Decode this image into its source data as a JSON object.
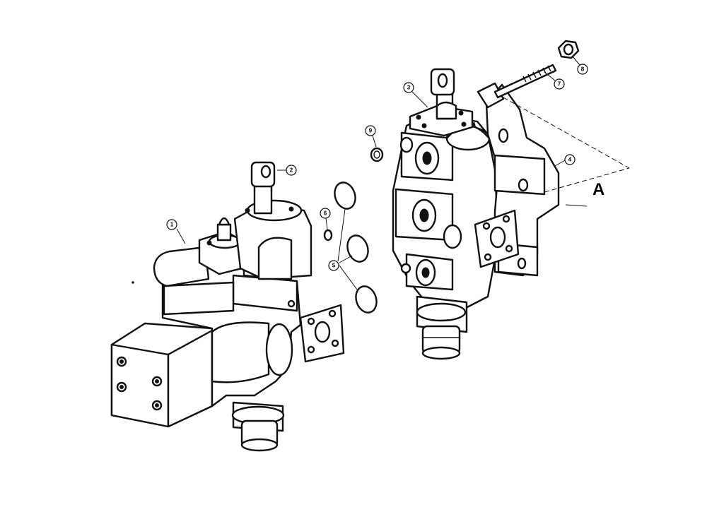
{
  "diagram": {
    "callouts": [
      {
        "id": "c1",
        "label": "1"
      },
      {
        "id": "c2",
        "label": "2"
      },
      {
        "id": "c3",
        "label": "3"
      },
      {
        "id": "c4",
        "label": "4"
      },
      {
        "id": "c5",
        "label": "5"
      },
      {
        "id": "c6",
        "label": "6"
      },
      {
        "id": "c7",
        "label": "7"
      },
      {
        "id": "c8",
        "label": "8"
      },
      {
        "id": "c9",
        "label": "9"
      }
    ],
    "view_reference": "A"
  }
}
